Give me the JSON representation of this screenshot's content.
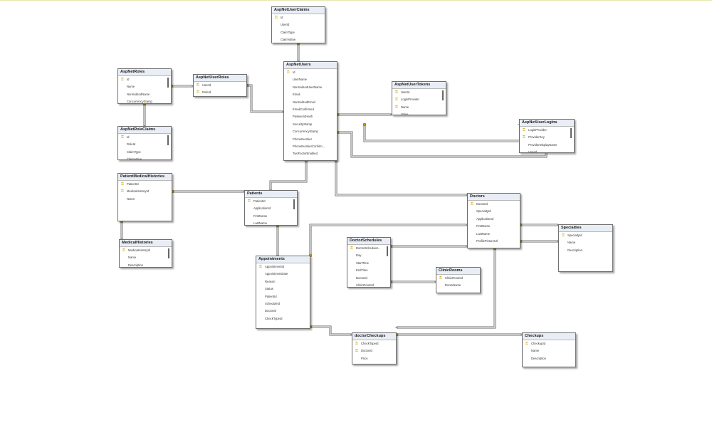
{
  "tables": [
    {
      "id": "aspnetuserclaims",
      "name": "AspNetUserClaims",
      "columns": [
        {
          "name": "Id",
          "key": true
        },
        {
          "name": "UserId",
          "key": false
        },
        {
          "name": "ClaimType",
          "key": false
        },
        {
          "name": "ClaimValue",
          "key": false
        }
      ]
    },
    {
      "id": "aspnetroles",
      "name": "AspNetRoles",
      "columns": [
        {
          "name": "Id",
          "key": true
        },
        {
          "name": "Name",
          "key": false
        },
        {
          "name": "NormalizedName",
          "key": false
        },
        {
          "name": "ConcurrencyStamp",
          "key": false
        }
      ]
    },
    {
      "id": "aspnetuserroles",
      "name": "AspNetUserRoles",
      "columns": [
        {
          "name": "UserId",
          "key": true
        },
        {
          "name": "RoleId",
          "key": true
        }
      ]
    },
    {
      "id": "aspnetusers",
      "name": "AspNetUsers",
      "columns": [
        {
          "name": "Id",
          "key": true
        },
        {
          "name": "UserName",
          "key": false
        },
        {
          "name": "NormalizedUserName",
          "key": false
        },
        {
          "name": "Email",
          "key": false
        },
        {
          "name": "NormalizedEmail",
          "key": false
        },
        {
          "name": "EmailConfirmed",
          "key": false
        },
        {
          "name": "PasswordHash",
          "key": false
        },
        {
          "name": "SecurityStamp",
          "key": false
        },
        {
          "name": "ConcurrencyStamp",
          "key": false
        },
        {
          "name": "PhoneNumber",
          "key": false
        },
        {
          "name": "PhoneNumberConfirm...",
          "key": false
        },
        {
          "name": "TwoFactorEnabled",
          "key": false
        }
      ]
    },
    {
      "id": "aspnetusertokens",
      "name": "AspNetUserTokens",
      "columns": [
        {
          "name": "UserId",
          "key": true
        },
        {
          "name": "LoginProvider",
          "key": true
        },
        {
          "name": "Name",
          "key": true
        },
        {
          "name": "Value",
          "key": false
        }
      ]
    },
    {
      "id": "aspnetuserlogins",
      "name": "AspNetUserLogins",
      "columns": [
        {
          "name": "LoginProvider",
          "key": true
        },
        {
          "name": "ProviderKey",
          "key": true
        },
        {
          "name": "ProviderDisplayName",
          "key": false
        },
        {
          "name": "UserId",
          "key": false
        }
      ]
    },
    {
      "id": "aspnetroleclaims",
      "name": "AspNetRoleClaims",
      "columns": [
        {
          "name": "Id",
          "key": true
        },
        {
          "name": "RoleId",
          "key": false
        },
        {
          "name": "ClaimType",
          "key": false
        },
        {
          "name": "ClaimValue",
          "key": false
        }
      ]
    },
    {
      "id": "patientmedicalhistories",
      "name": "PatientMedicalHistories",
      "columns": [
        {
          "name": "PatientId",
          "key": true
        },
        {
          "name": "MedicalHistoryId",
          "key": true
        },
        {
          "name": "Notes",
          "key": false
        }
      ]
    },
    {
      "id": "patients",
      "name": "Patients",
      "columns": [
        {
          "name": "PatientId",
          "key": true
        },
        {
          "name": "ApplicationId",
          "key": false
        },
        {
          "name": "FirstName",
          "key": false
        },
        {
          "name": "LastName",
          "key": false
        }
      ]
    },
    {
      "id": "medicalhistories",
      "name": "MedicalHistories",
      "columns": [
        {
          "name": "MedicalHistoryId",
          "key": true
        },
        {
          "name": "Name",
          "key": false
        },
        {
          "name": "Description",
          "key": false
        }
      ]
    },
    {
      "id": "appointments",
      "name": "Appointments",
      "columns": [
        {
          "name": "AppointmentId",
          "key": true
        },
        {
          "name": "AppointmentDate",
          "key": false
        },
        {
          "name": "Reason",
          "key": false
        },
        {
          "name": "Status",
          "key": false
        },
        {
          "name": "PatientId",
          "key": false
        },
        {
          "name": "ScheduleId",
          "key": false
        },
        {
          "name": "DoctorId",
          "key": false
        },
        {
          "name": "CheckTypeId",
          "key": false
        }
      ]
    },
    {
      "id": "doctorschedules",
      "name": "DoctorSchedules",
      "columns": [
        {
          "name": "DoctorScheduleI...",
          "key": true
        },
        {
          "name": "Day",
          "key": false
        },
        {
          "name": "StartTime",
          "key": false
        },
        {
          "name": "EndTime",
          "key": false
        },
        {
          "name": "DoctorId",
          "key": false
        },
        {
          "name": "ClinicRoomId",
          "key": false
        }
      ]
    },
    {
      "id": "clinicrooms",
      "name": "ClinicRooms",
      "columns": [
        {
          "name": "ClinicRoomId",
          "key": true
        },
        {
          "name": "RoomName",
          "key": false
        }
      ]
    },
    {
      "id": "doctors",
      "name": "Doctors",
      "columns": [
        {
          "name": "DoctorId",
          "key": true
        },
        {
          "name": "SpecialtyId",
          "key": false
        },
        {
          "name": "ApplicationId",
          "key": false
        },
        {
          "name": "FirstName",
          "key": false
        },
        {
          "name": "LastName",
          "key": false
        },
        {
          "name": "ProfilePictureUrl",
          "key": false
        }
      ]
    },
    {
      "id": "specialties",
      "name": "Specialties",
      "columns": [
        {
          "name": "SpecialtyId",
          "key": true
        },
        {
          "name": "Name",
          "key": false
        },
        {
          "name": "Description",
          "key": false
        }
      ]
    },
    {
      "id": "doctorcheckups",
      "name": "doctorCheckups",
      "columns": [
        {
          "name": "CheckTypeId",
          "key": true
        },
        {
          "name": "DoctorId",
          "key": true
        },
        {
          "name": "Price",
          "key": false
        }
      ]
    },
    {
      "id": "checkups",
      "name": "Checkups",
      "columns": [
        {
          "name": "CheckupId",
          "key": true
        },
        {
          "name": "Name",
          "key": false
        },
        {
          "name": "Description",
          "key": false
        }
      ]
    }
  ],
  "colors": {
    "key_icon": "#c8a400",
    "border": "#6f6f6f",
    "connector": "#6a6a6a",
    "title_bg": "#e9eef6"
  }
}
